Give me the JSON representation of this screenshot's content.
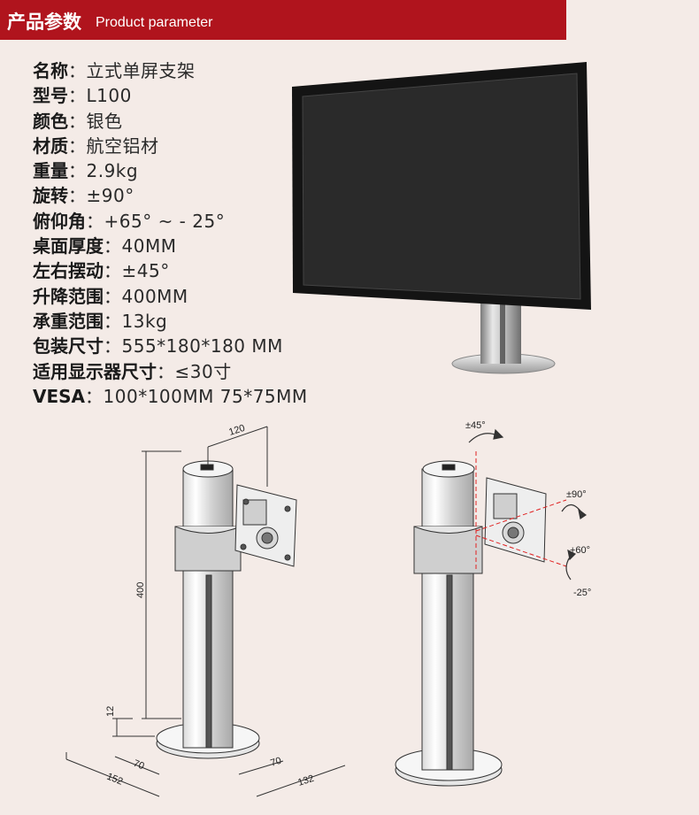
{
  "header": {
    "title_cn": "产品参数",
    "title_en": "Product parameter",
    "background_color": "#b0141d"
  },
  "specs": [
    {
      "label": "名称",
      "sep": "：",
      "value": "立式单屏支架"
    },
    {
      "label": "型号",
      "sep": "：",
      "value": "L100"
    },
    {
      "label": "颜色",
      "sep": "：",
      "value": "银色"
    },
    {
      "label": "材质",
      "sep": "：",
      "value": "航空铝材"
    },
    {
      "label": "重量",
      "sep": "：",
      "value": "2.9kg"
    },
    {
      "label": "旋转",
      "sep": "：",
      "value": "±90°"
    },
    {
      "label": "俯仰角",
      "sep": "：",
      "value": "+65° ~ - 25°"
    },
    {
      "label": "桌面厚度",
      "sep": "：",
      "value": "40MM"
    },
    {
      "label": "左右摆动",
      "sep": "：",
      "value": "±45°"
    },
    {
      "label": "升降范围",
      "sep": "：",
      "value": "400MM"
    },
    {
      "label": "承重范围",
      "sep": "：",
      "value": "13kg"
    },
    {
      "label": "包装尺寸",
      "sep": "：",
      "value": "555*180*180 MM"
    },
    {
      "label": "适用显示器尺寸",
      "sep": "：",
      "value": "≤30寸"
    },
    {
      "label": "VESA",
      "sep": "：",
      "value": "100*100MM  75*75MM"
    }
  ],
  "dimensions": {
    "width_top": "120",
    "height": "400",
    "base_thickness": "12",
    "base_left_inner": "70",
    "base_left_outer": "152",
    "base_right_inner": "70",
    "base_right_outer": "132"
  },
  "angles": {
    "swivel": "±45°",
    "rotate": "±90°",
    "tilt_up": "+60°",
    "tilt_down": "-25°"
  }
}
